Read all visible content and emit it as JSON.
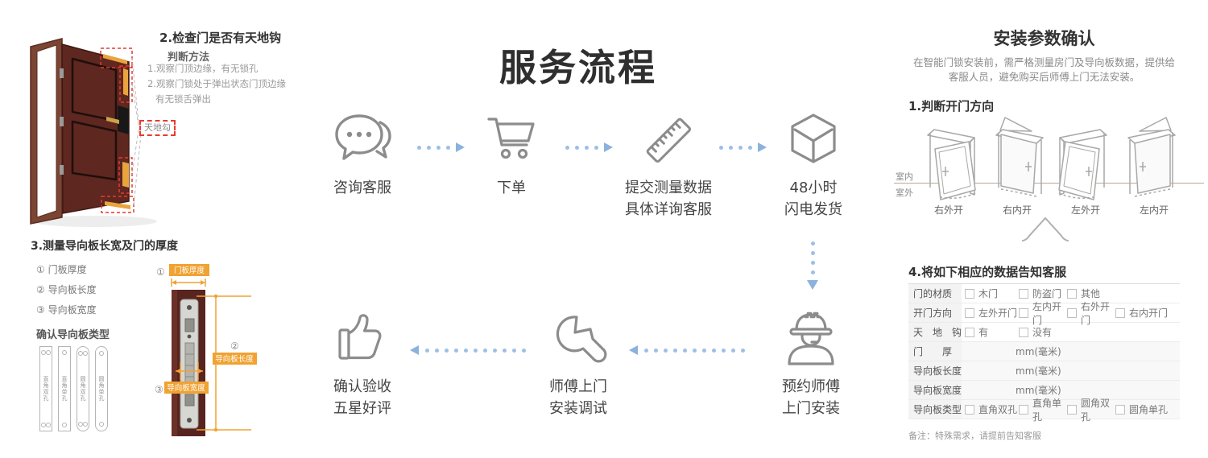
{
  "colors": {
    "accent_orange": "#f0a232",
    "alert_red": "#e8392e",
    "arrow_blue": "#9cbfe6",
    "icon_gray": "#8c8c8c",
    "door_brown": "#5c2a22"
  },
  "left": {
    "inspect": {
      "title": "2.检查门是否有天地钩",
      "method_title": "判断方法",
      "method_lines": [
        "1.观察门顶边缘，有无锁孔",
        "2.观察门锁处于弹出状态门顶边缘",
        "有无锁舌弹出"
      ],
      "door_tag": "天地勾"
    },
    "measure": {
      "title": "3.测量导向板长宽及门的厚度",
      "items": [
        "① 门板厚度",
        "② 导向板长度",
        "③ 导向板宽度"
      ],
      "plate_title": "确认导向板类型",
      "plate_types": [
        "直角双孔",
        "直角单孔",
        "圆角双孔",
        "圆角单孔"
      ],
      "dims": {
        "num1": "①",
        "num2": "②",
        "num3": "③",
        "thickness": "门板厚度",
        "length": "导向板长度",
        "width": "导向板宽度"
      }
    }
  },
  "center": {
    "title": "服务流程",
    "steps": [
      {
        "line1": "咨询客服",
        "line2": ""
      },
      {
        "line1": "下单",
        "line2": ""
      },
      {
        "line1": "提交测量数据",
        "line2": "具体详询客服"
      },
      {
        "line1": "48小时",
        "line2": "闪电发货"
      },
      {
        "line1": "预约师傅",
        "line2": "上门安装"
      },
      {
        "line1": "师傅上门",
        "line2": "安装调试"
      },
      {
        "line1": "确认验收",
        "line2": "五星好评"
      }
    ]
  },
  "right": {
    "title": "安装参数确认",
    "desc_line1": "在智能门锁安装前，需严格测量房门及导向板数据，提供给",
    "desc_line2": "客服人员，避免购买后师傅上门无法安装。",
    "direction_title": "1.判断开门方向",
    "indoor_label": "室内",
    "outdoor_label": "室外",
    "direction_labels": [
      "右外开",
      "右内开",
      "左外开",
      "左内开"
    ],
    "table_title": "4.将如下相应的数据告知客服",
    "table": {
      "rows": [
        {
          "label": "门的材质",
          "options": [
            "木门",
            "防盗门",
            "其他"
          ]
        },
        {
          "label": "开门方向",
          "options": [
            "左外开门",
            "左内开门",
            "右外开门",
            "右内开门"
          ]
        },
        {
          "label": "天　地　钩",
          "options": [
            "有",
            "没有"
          ]
        },
        {
          "label": "门　　厚",
          "value": "mm(毫米)"
        },
        {
          "label": "导向板长度",
          "value": "mm(毫米)"
        },
        {
          "label": "导向板宽度",
          "value": "mm(毫米)"
        },
        {
          "label": "导向板类型",
          "options": [
            "直角双孔",
            "直角单孔",
            "圆角双孔",
            "圆角单孔"
          ]
        }
      ],
      "note": "备注：特殊需求，请提前告知客服"
    }
  }
}
